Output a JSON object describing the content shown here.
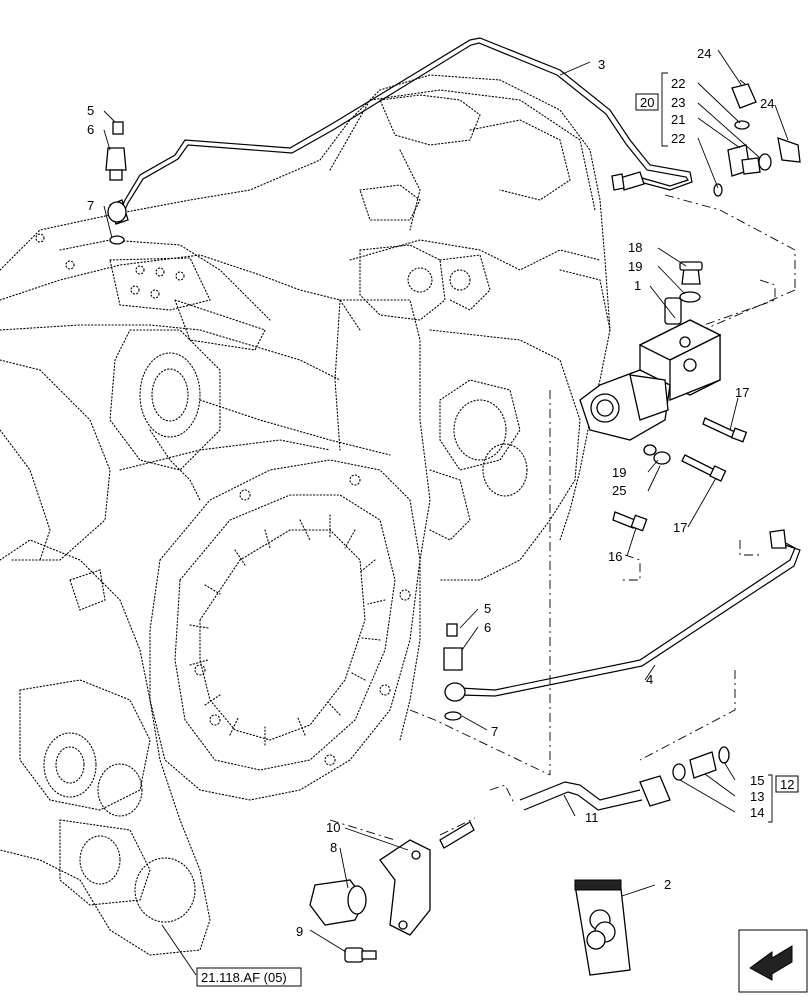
{
  "callouts": {
    "c1": "1",
    "c2": "2",
    "c3": "3",
    "c4": "4",
    "c5a": "5",
    "c6a": "6",
    "c7a": "7",
    "c5b": "5",
    "c6b": "6",
    "c7b": "7",
    "c8": "8",
    "c9": "9",
    "c10": "10",
    "c11": "11",
    "c12": "12",
    "c13": "13",
    "c14": "14",
    "c15": "15",
    "c16": "16",
    "c17a": "17",
    "c17b": "17",
    "c18": "18",
    "c19a": "19",
    "c19b": "19",
    "c20": "20",
    "c21": "21",
    "c22a": "22",
    "c22b": "22",
    "c23": "23",
    "c24a": "24",
    "c24b": "24",
    "c25": "25"
  },
  "reference": "21.118.AF (05)",
  "icons": [
    "next-page-arrow-icon",
    "seal-kit-bag-icon"
  ]
}
